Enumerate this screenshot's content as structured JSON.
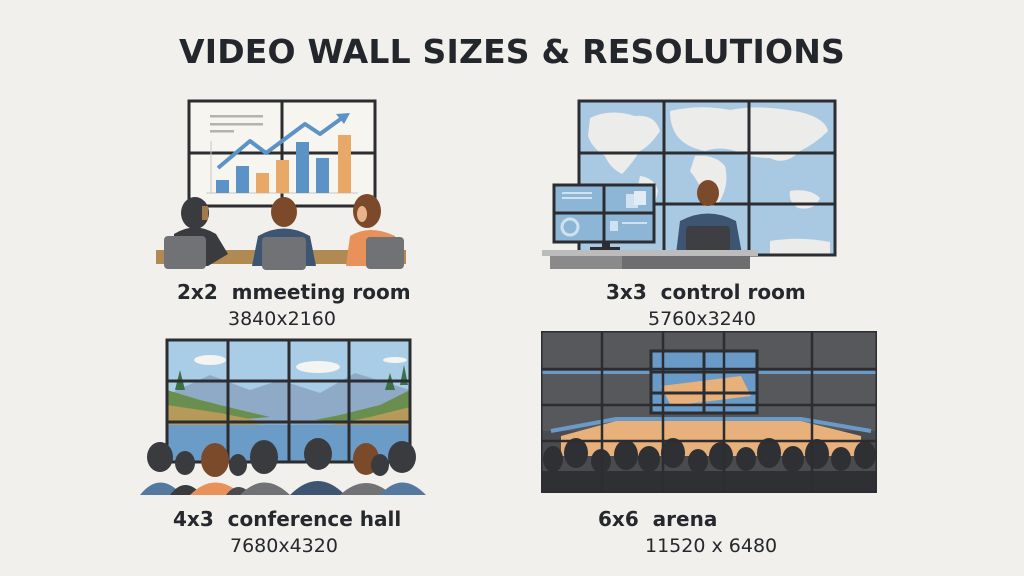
{
  "title": "VIDEO WALL SIZES & RESOLUTIONS",
  "colors": {
    "background": "#f2f0ec",
    "text": "#24272b",
    "bezel": "#2b2d30",
    "blue": "#5b93c6",
    "orange": "#e8a868",
    "map_sea": "#a9c9e2",
    "map_land": "#ececea"
  },
  "panels": [
    {
      "id": "meeting-room",
      "grid": "2x2",
      "name": "2x2  mmeeting room",
      "resolution": "3840x2160",
      "scene": "bar-chart-with-trend-arrow",
      "audience": 3
    },
    {
      "id": "control-room",
      "grid": "3x3",
      "name": "3x3  control room",
      "resolution": "5760x3240",
      "scene": "world-map",
      "audience": 1
    },
    {
      "id": "conference-hall",
      "grid": "4x3",
      "name": "4x3  conference hall",
      "resolution": "7680x4320",
      "scene": "lake-landscape",
      "audience": 8
    },
    {
      "id": "arena",
      "grid": "6x6",
      "name": "6x6  arena",
      "resolution": "11520 x 6480",
      "scene": "basketball-arena",
      "audience": 16
    }
  ]
}
